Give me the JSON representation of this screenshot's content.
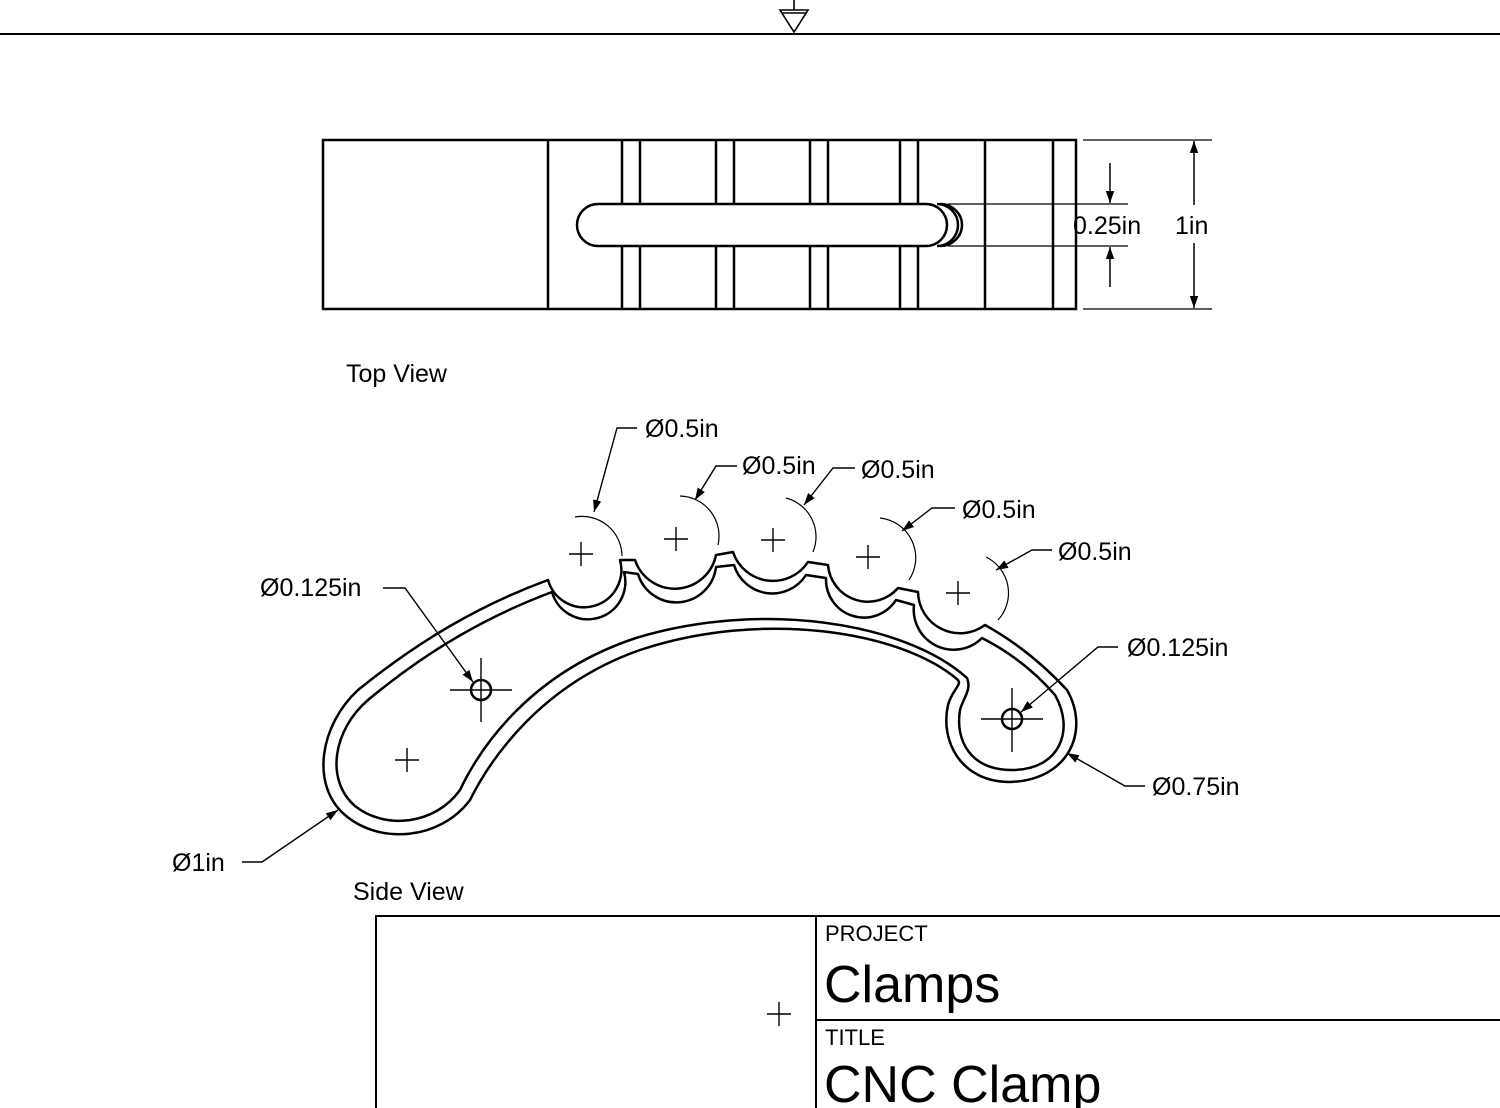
{
  "views": {
    "top_view": {
      "label": "Top View",
      "dim_slot": "0.25in",
      "dim_height": "1in"
    },
    "side_view": {
      "label": "Side View",
      "dims": [
        "Ø0.5in",
        "Ø0.5in",
        "Ø0.5in",
        "Ø0.5in",
        "Ø0.5in"
      ],
      "dim_small_hole_left": "Ø0.125in",
      "dim_small_hole_right": "Ø0.125in",
      "dim_end_left": "Ø1in",
      "dim_end_right": "Ø0.75in"
    }
  },
  "title_block": {
    "project_label": "PROJECT",
    "project_value": "Clamps",
    "title_label": "TITLE",
    "title_value": "CNC Clamp"
  }
}
